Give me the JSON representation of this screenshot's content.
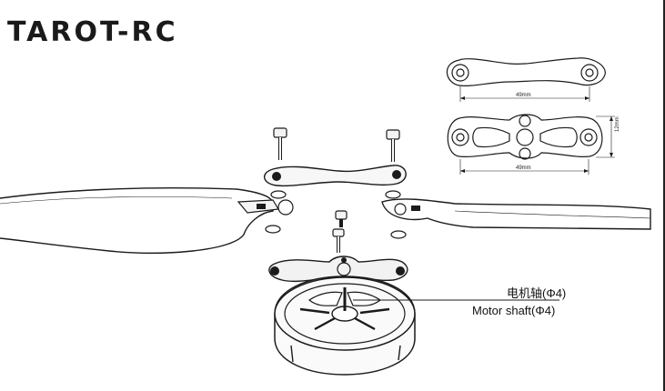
{
  "brand": {
    "logo_text": "TAROT-RC"
  },
  "dimensions": {
    "top_length": "49mm",
    "bottom_length": "49mm",
    "bottom_height": "12mm"
  },
  "callout": {
    "label_cn": "电机轴(Φ4)",
    "label_en": "Motor shaft(Φ4)"
  }
}
